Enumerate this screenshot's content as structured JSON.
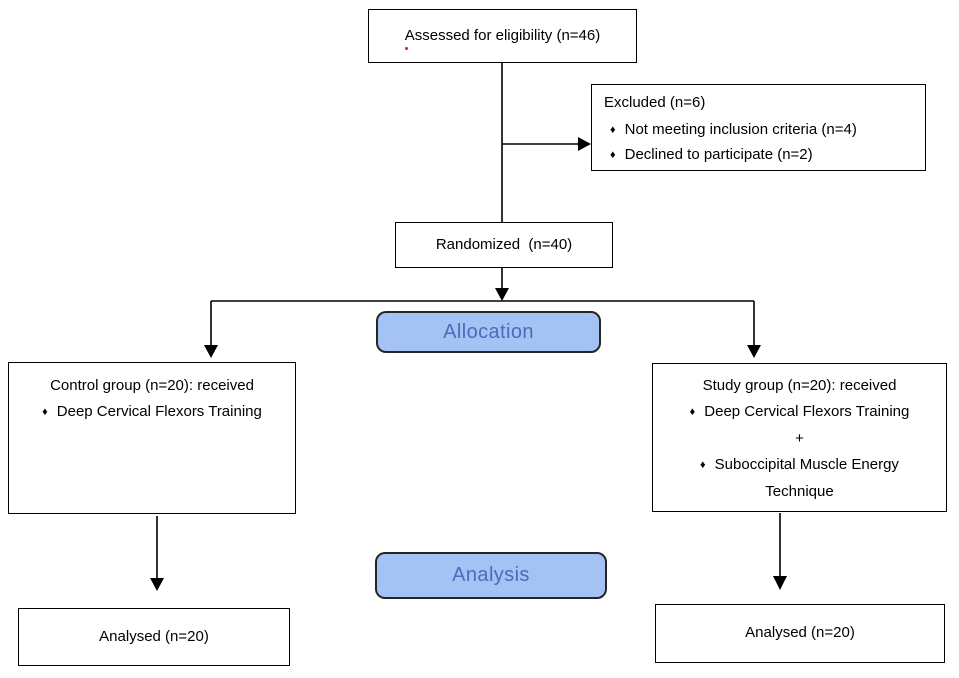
{
  "diagram": {
    "bullet": "♦",
    "assessed": {
      "label": "Assessed for eligibility (n=46)"
    },
    "excluded": {
      "title": "Excluded (n=6)",
      "items": [
        "Not meeting inclusion criteria (n=4)",
        "Declined to participate (n=2)"
      ]
    },
    "randomized": {
      "label": "Randomized  (n=40)"
    },
    "allocation_banner": {
      "label": "Allocation"
    },
    "control_group": {
      "title": "Control group (n=20): received",
      "item": "Deep Cervical Flexors Training"
    },
    "study_group": {
      "title": "Study group (n=20): received",
      "item1": "Deep Cervical Flexors Training",
      "joiner": "+",
      "item2_line1": "Suboccipital Muscle Energy",
      "item2_line2": "Technique"
    },
    "analysis_banner": {
      "label": "Analysis"
    },
    "analysed_control": {
      "label": "Analysed (n=20)"
    },
    "analysed_study": {
      "label": "Analysed (n=20)"
    },
    "colors": {
      "banner_fill": "#a4c2f4",
      "banner_border": "#252525",
      "banner_text": "#4a6cba",
      "box_border": "#000000",
      "connector": "#000000",
      "artifact_red": "#cc2222",
      "background": "#ffffff"
    }
  }
}
